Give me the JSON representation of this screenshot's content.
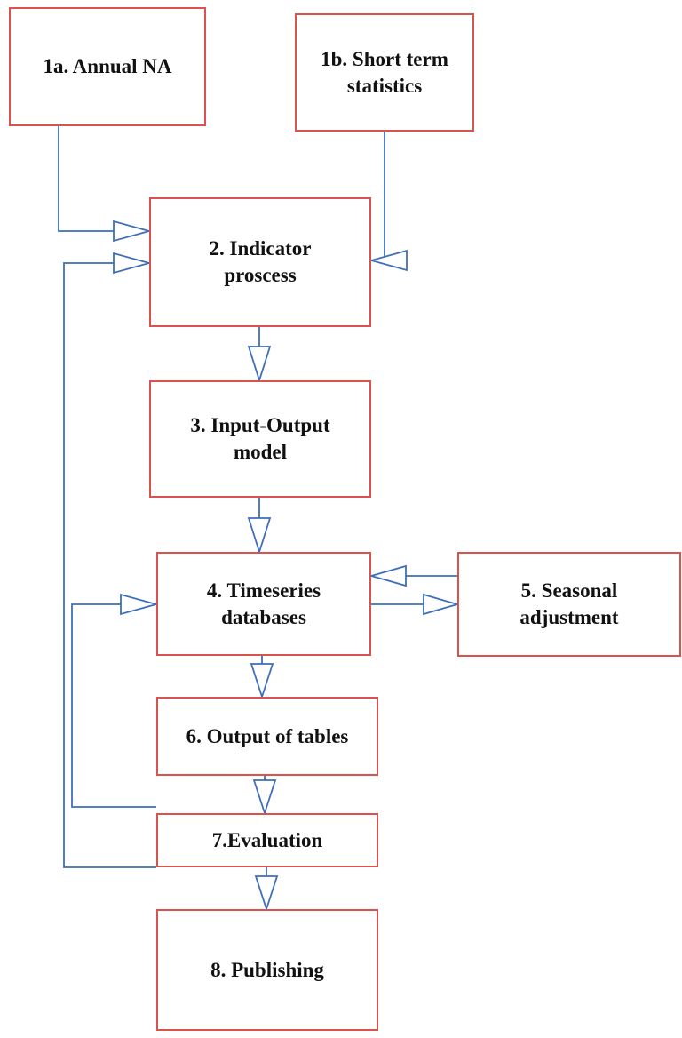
{
  "diagram": {
    "nodes": {
      "annual_na": "1a. Annual NA",
      "short_term": "1b. Short term\nstatistics",
      "indicator": "2. Indicator\nproscess",
      "io_model": "3. Input-Output\nmodel",
      "timeseries": "4. Timeseries\ndatabases",
      "seasonal": "5. Seasonal\nadjustment",
      "output_tables": "6. Output of tables",
      "evaluation": "7.Evaluation",
      "publishing": "8. Publishing"
    },
    "colors": {
      "box_border": "#d9534f",
      "connector": "#3f6fba",
      "text": "#111111"
    }
  }
}
